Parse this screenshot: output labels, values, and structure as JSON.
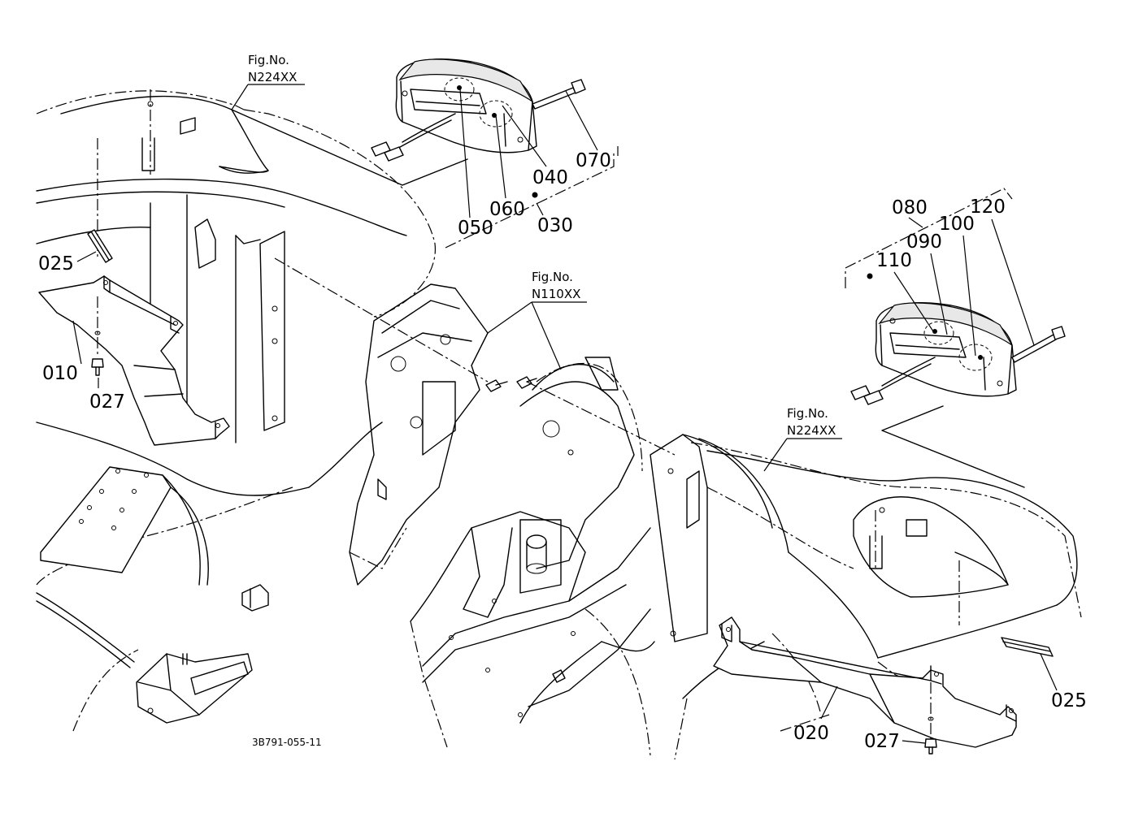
{
  "figure_refs": [
    {
      "label": "Fig.No.",
      "code": "N224XX"
    },
    {
      "label": "Fig.No.",
      "code": "N110XX"
    },
    {
      "label": "Fig.No.",
      "code": "N224XX"
    }
  ],
  "callouts": {
    "p010": "010",
    "p020": "020",
    "p025_left": "025",
    "p025_right": "025",
    "p027_left": "027",
    "p027_right": "027",
    "p030": "030",
    "p040": "040",
    "p050": "050",
    "p060": "060",
    "p070": "070",
    "p080": "080",
    "p090": "090",
    "p100": "100",
    "p110": "110",
    "p120": "120"
  },
  "drawing_code": "3B791-055-11"
}
